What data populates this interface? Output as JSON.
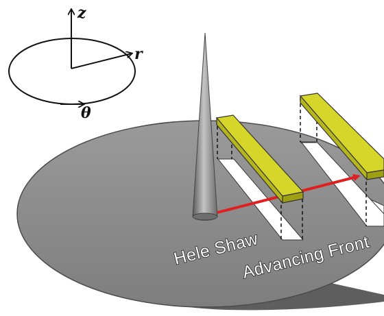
{
  "axes": {
    "z_label": "z",
    "r_label": "r",
    "theta_label": "θ"
  },
  "labels": {
    "hele_shaw": "Hele Shaw",
    "advancing_front": "Advancing Front"
  },
  "colors": {
    "disk_top": "#8a8a8a",
    "disk_edge": "#5e5e5e",
    "cone_light": "#b8b8b8",
    "cone_dark": "#5a5a5a",
    "plate_top": "#d6d62a",
    "plate_side": "#9f9f16",
    "slot": "#ffffff",
    "front_line": "#e02020"
  },
  "icons": [
    "z-axis-arrow-icon",
    "r-axis-arrow-icon",
    "theta-arrow-icon"
  ]
}
